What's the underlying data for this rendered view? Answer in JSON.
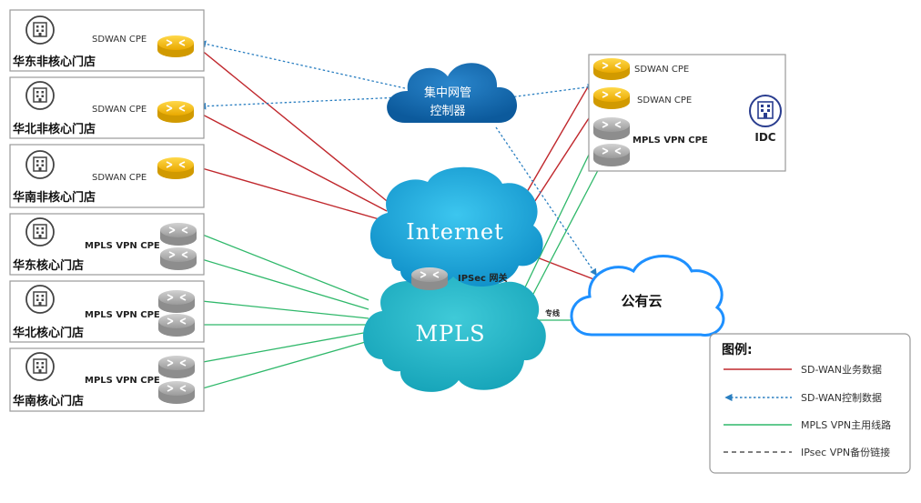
{
  "sites": [
    {
      "name": "华东非核心门店",
      "device": "SDWAN CPE"
    },
    {
      "name": "华北非核心门店",
      "device": "SDWAN CPE"
    },
    {
      "name": "华南非核心门店",
      "device": "SDWAN CPE"
    },
    {
      "name": "华东核心门店",
      "device": "MPLS VPN CPE"
    },
    {
      "name": "华北核心门店",
      "device": "MPLS VPN CPE"
    },
    {
      "name": "华南核心门店",
      "device": "MPLS VPN CPE"
    }
  ],
  "controller": {
    "line1": "集中网管",
    "line2": "控制器"
  },
  "internet": "Internet",
  "mpls": "MPLS",
  "ipsec_gateway": "IPSec 网关",
  "dedicated_line": "专线",
  "public_cloud": "公有云",
  "idc": {
    "label": "IDC",
    "devices": [
      "SDWAN CPE",
      "SDWAN CPE",
      "MPLS VPN CPE"
    ]
  },
  "legend": {
    "title": "图例:",
    "items": [
      {
        "label": "SD-WAN业务数据",
        "color": "#c0282d",
        "style": "solid"
      },
      {
        "label": "SD-WAN控制数据",
        "color": "#2a7fc1",
        "style": "dotted-arrow"
      },
      {
        "label": "MPLS VPN主用线路",
        "color": "#2fb86a",
        "style": "solid"
      },
      {
        "label": "IPsec VPN备份链接",
        "color": "#555555",
        "style": "dashed"
      }
    ]
  },
  "colors": {
    "sdwan_data": "#c0282d",
    "sdwan_control": "#2a7fc1",
    "mpls_line": "#2fb86a",
    "internet_cloud": "#1da8dc",
    "mpls_cloud": "#22b5c8",
    "controller_cloud": "#1a6fb3",
    "public_cloud_border": "#1e90ff",
    "router_yellow": "#f7c21a",
    "router_gray": "#b4b4b4"
  }
}
